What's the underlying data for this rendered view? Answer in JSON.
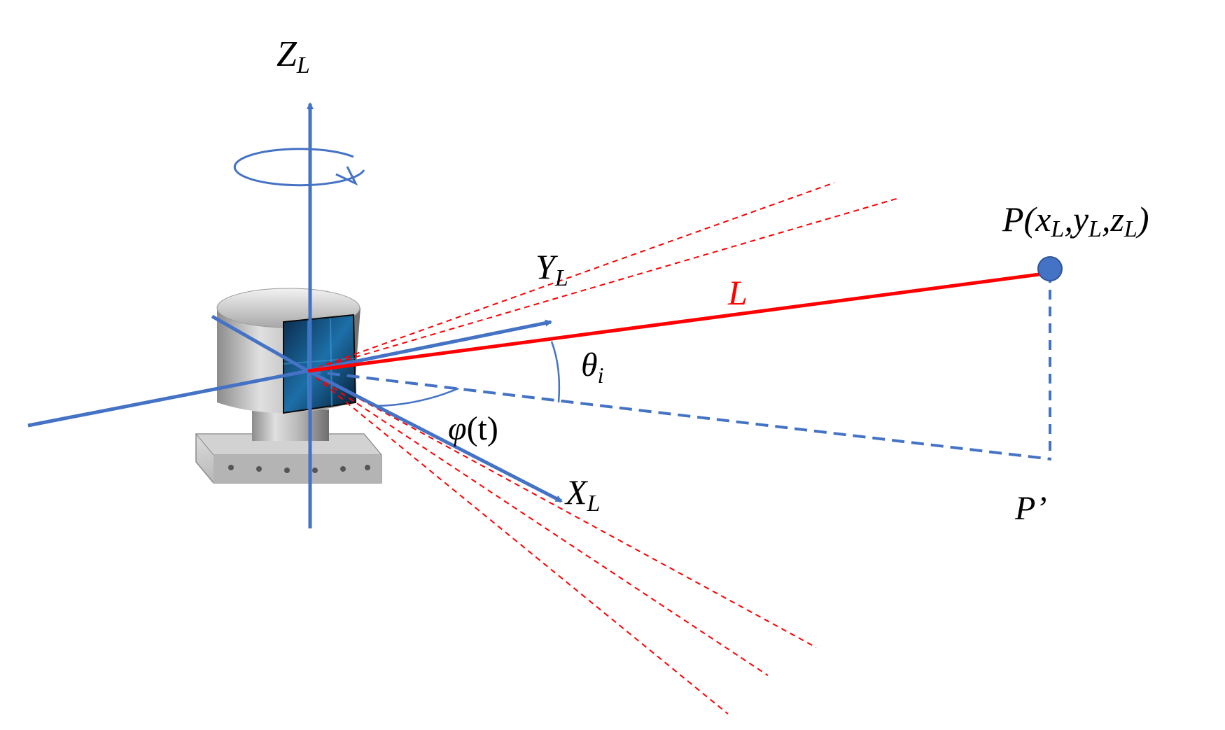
{
  "colors": {
    "axis": "#4472c4",
    "laser": "#ff0000",
    "point": "#4472c4",
    "text": "#000000",
    "background": "#ffffff"
  },
  "labels": {
    "z_axis": "Z",
    "z_axis_sub": "L",
    "y_axis": "Y",
    "y_axis_sub": "L",
    "x_axis": "X",
    "x_axis_sub": "L",
    "range": "L",
    "elevation_angle": "θ",
    "elevation_angle_sub": "i",
    "azimuth_angle": "φ",
    "azimuth_angle_arg": "(t)",
    "point_name": "P(",
    "point_x": "x",
    "point_y": "y",
    "point_z": "z",
    "point_sub": "L",
    "point_comma": ",",
    "point_close": ")",
    "projection": "P’"
  },
  "icons": {
    "sensor": "lidar-sensor-icon",
    "rotation": "rotation-arrow-icon",
    "point": "target-point-icon"
  }
}
